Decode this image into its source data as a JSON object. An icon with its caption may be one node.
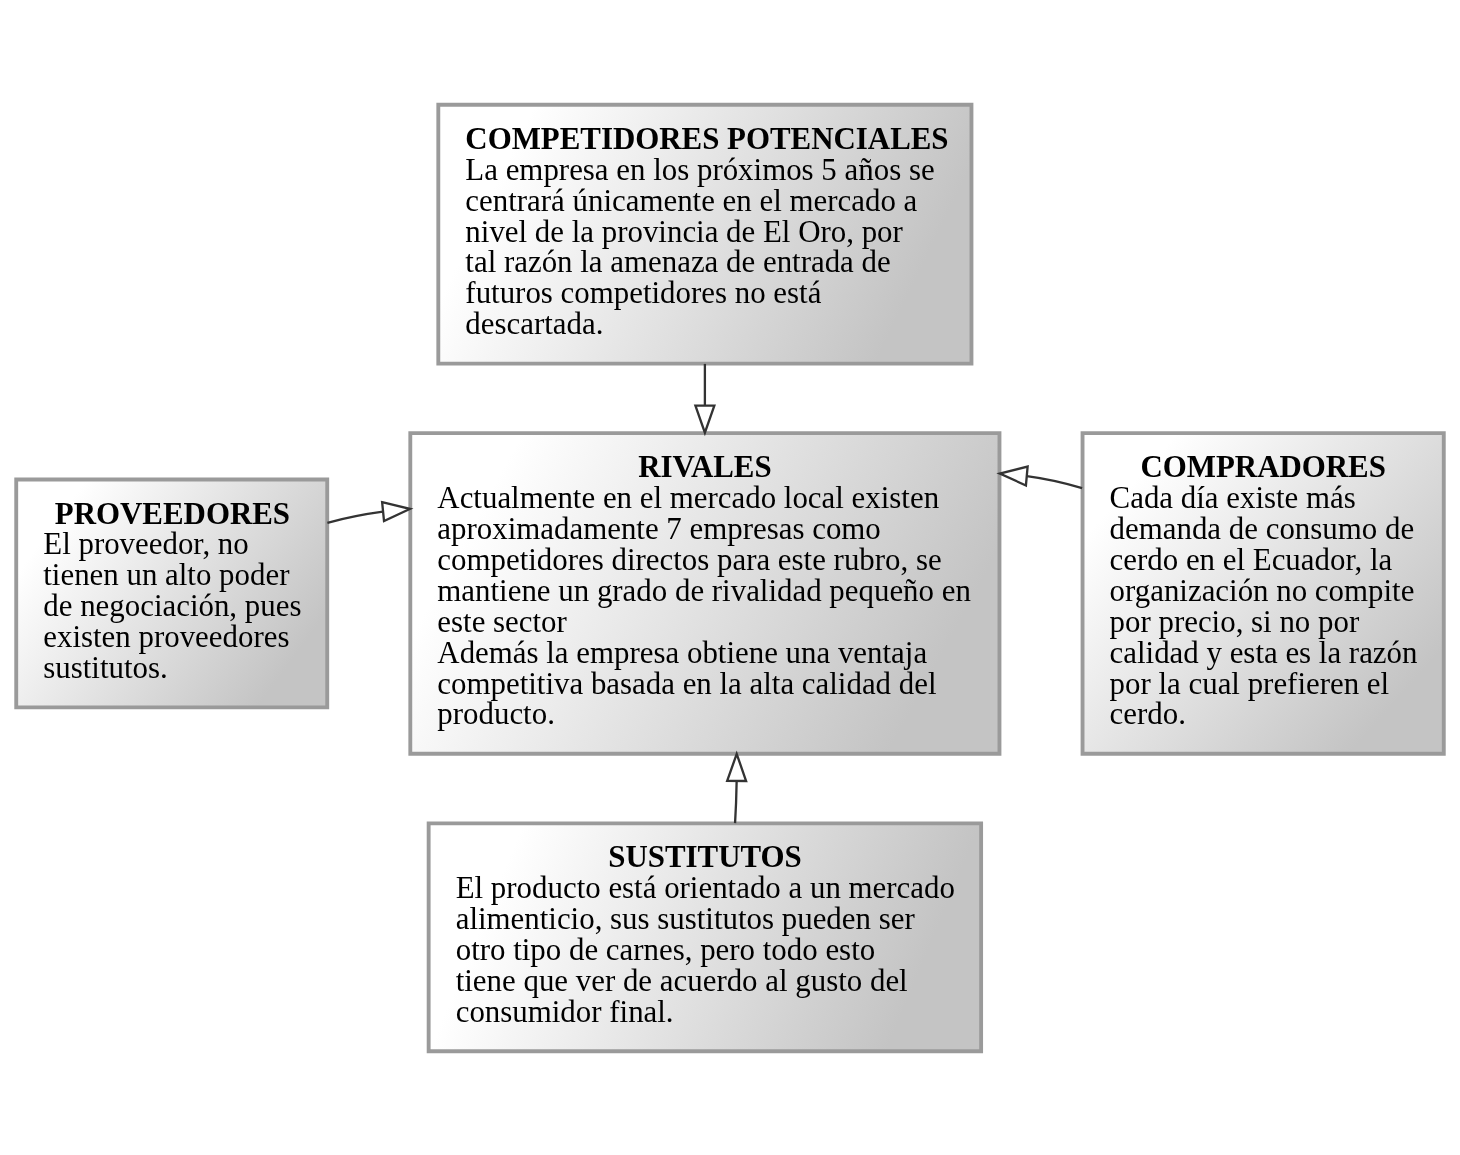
{
  "diagram": {
    "nodes": [
      {
        "text": [
          "COMPETIDORES POTENCIALES",
          "La empresa en los próximos 5 años se centrará únicamente en el mercado a nivel de la provincia de El Oro, por tal razón la amenaza de entrada de futuros competidores no está descartada."
        ]
      },
      {
        "text": [
          "PROVEEDORES",
          "El proveedor, no tienen un alto poder de negociación, pues existen proveedores sustitutos."
        ]
      },
      {
        "text": [
          "RIVALES",
          "Actualmente en el mercado local existen aproximadamente 7 empresas como competidores directos para este rubro, se mantiene un grado de rivalidad pequeño en este sector",
          "Además la empresa obtiene una ventaja competitiva basada en la alta calidad del producto."
        ]
      },
      {
        "text": [
          "COMPRADORES",
          "Cada día existe más demanda de consumo de cerdo en el Ecuador, la organización no compite por precio, si no por calidad y esta es la razón por la cual prefieren el cerdo."
        ]
      },
      {
        "text": [
          "SUSTITUTOS",
          "El producto está orientado a un mercado alimenticio, sus sustitutos pueden ser otro tipo de carnes, pero todo esto tiene que ver de acuerdo al gusto del consumidor final."
        ]
      }
    ],
    "edges": [
      {
        "from": 0,
        "to": 2,
        "arrow": "to"
      },
      {
        "from": 1,
        "to": 2,
        "arrow": "to"
      },
      {
        "from": 3,
        "to": 2,
        "arrow": "to"
      },
      {
        "from": 4,
        "to": 2,
        "arrow": "to"
      }
    ]
  }
}
